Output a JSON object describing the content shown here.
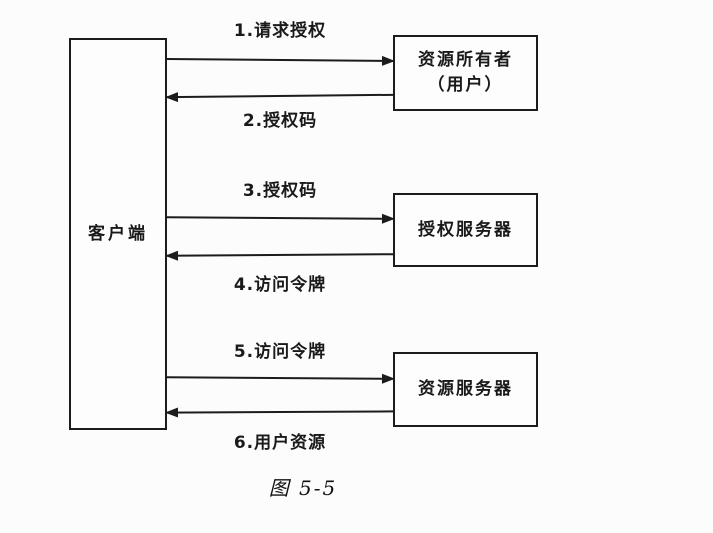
{
  "figure": {
    "caption": "图 5-5",
    "type": "oauth-authorization-code-flow-diagram",
    "colors": {
      "line": "#1c1c1c",
      "background": "#fcfcfc",
      "box_fill": "#fdfdfd",
      "text": "#1a1a1a"
    }
  },
  "nodes": {
    "client": {
      "label": "客户端"
    },
    "resource_owner": {
      "line1": "资源所有者",
      "line2": "（用户）"
    },
    "auth_server": {
      "label": "授权服务器"
    },
    "resource_server": {
      "label": "资源服务器"
    }
  },
  "arrows": [
    {
      "label": "1.请求授权",
      "from": "client",
      "to": "resource_owner",
      "direction": "right"
    },
    {
      "label": "2.授权码",
      "from": "resource_owner",
      "to": "client",
      "direction": "left"
    },
    {
      "label": "3.授权码",
      "from": "client",
      "to": "auth_server",
      "direction": "right"
    },
    {
      "label": "4.访问令牌",
      "from": "auth_server",
      "to": "client",
      "direction": "left"
    },
    {
      "label": "5.访问令牌",
      "from": "client",
      "to": "resource_server",
      "direction": "right"
    },
    {
      "label": "6.用户资源",
      "from": "resource_server",
      "to": "client",
      "direction": "left"
    }
  ]
}
